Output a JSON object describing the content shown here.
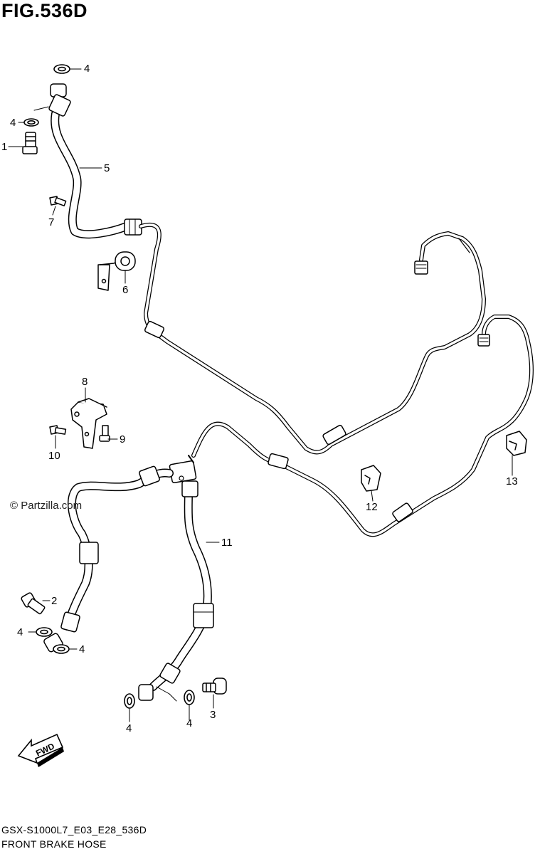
{
  "figure": {
    "title": "FIG.536D",
    "model_code": "GSX-S1000L7_E03_E28_536D",
    "description": "FRONT BRAKE HOSE",
    "watermark": "© Partzilla.com",
    "direction_label": "FWD"
  },
  "callouts": [
    {
      "id": "c4a",
      "text": "4"
    },
    {
      "id": "c4b",
      "text": "4"
    },
    {
      "id": "c1",
      "text": "1"
    },
    {
      "id": "c5",
      "text": "5"
    },
    {
      "id": "c7",
      "text": "7"
    },
    {
      "id": "c6",
      "text": "6"
    },
    {
      "id": "c8",
      "text": "8"
    },
    {
      "id": "c9",
      "text": "9"
    },
    {
      "id": "c10",
      "text": "10"
    },
    {
      "id": "c11",
      "text": "11"
    },
    {
      "id": "c12",
      "text": "12"
    },
    {
      "id": "c13",
      "text": "13"
    },
    {
      "id": "c2",
      "text": "2"
    },
    {
      "id": "c4c",
      "text": "4"
    },
    {
      "id": "c4d",
      "text": "4"
    },
    {
      "id": "c3",
      "text": "3"
    },
    {
      "id": "c4e",
      "text": "4"
    },
    {
      "id": "c4f",
      "text": "4"
    }
  ]
}
